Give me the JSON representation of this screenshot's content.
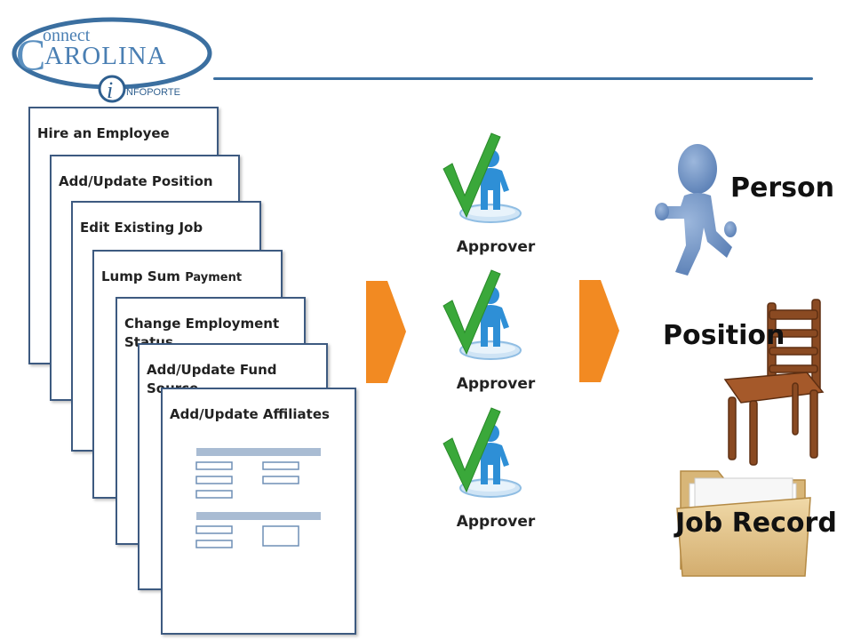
{
  "logo": {
    "line1": "onnect",
    "big_c": "C",
    "line2": "AROLINA",
    "info_i": "i",
    "info_text": "NFOPORTE"
  },
  "transactions": [
    {
      "label": "Hire an Employee"
    },
    {
      "label": "Add/Update Position"
    },
    {
      "label": "Edit Existing Job"
    },
    {
      "label": "Lump Sum",
      "small": "Payment"
    },
    {
      "label": "Change Employment Status"
    },
    {
      "label": "Add/Update Fund Source"
    },
    {
      "label": "Add/Update Affiliates"
    }
  ],
  "approvers": [
    "Approver",
    "Approver",
    "Approver"
  ],
  "records": {
    "person": "Person",
    "position": "Position",
    "job": "Job Record"
  },
  "colors": {
    "accent_orange": "#f28a22",
    "frame_blue": "#3d5a80",
    "check_green": "#3aa83a",
    "figure_blue": "#2e8fd6"
  }
}
